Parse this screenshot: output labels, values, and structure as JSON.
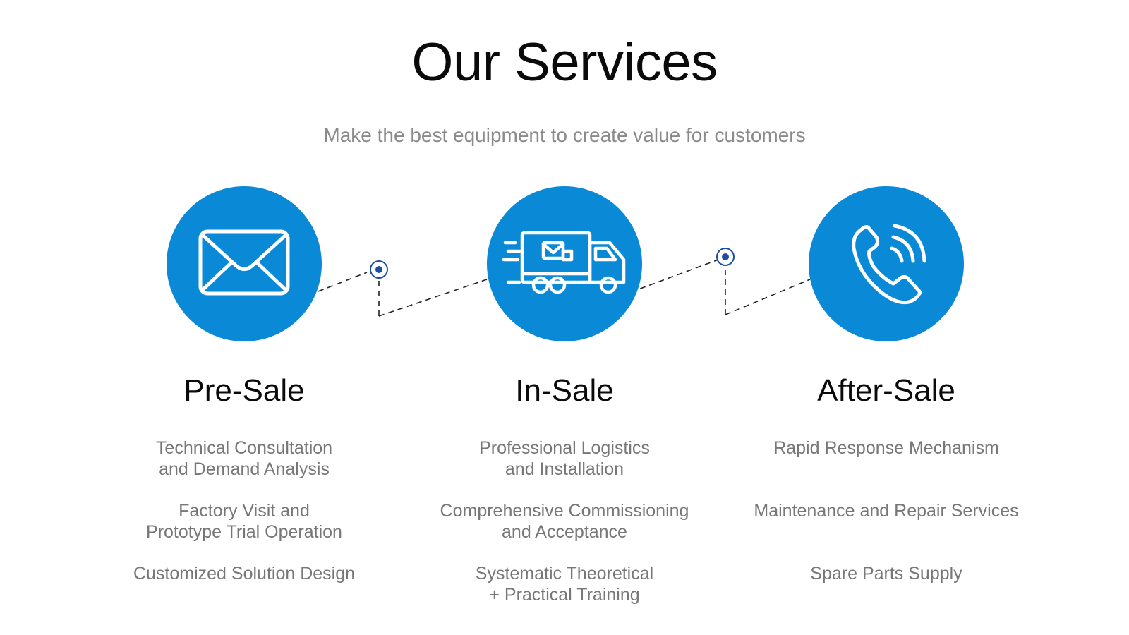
{
  "header": {
    "title": "Our Services",
    "subtitle": "Make the best equipment to create value for customers"
  },
  "colors": {
    "accent": "#0a8ad6",
    "pin": "#1d4fa0",
    "title_text": "#0a0a0a",
    "body_text": "#777777"
  },
  "columns": [
    {
      "icon": "envelope-icon",
      "title": "Pre-Sale",
      "items": [
        [
          "Technical Consultation",
          "and Demand Analysis"
        ],
        [
          "Factory Visit and",
          "Prototype Trial Operation"
        ],
        [
          "Customized Solution Design"
        ]
      ]
    },
    {
      "icon": "delivery-truck-icon",
      "title": "In-Sale",
      "items": [
        [
          "Professional Logistics",
          "and Installation"
        ],
        [
          "Comprehensive Commissioning",
          "and Acceptance"
        ],
        [
          "Systematic Theoretical",
          "+ Practical Training"
        ]
      ]
    },
    {
      "icon": "phone-icon",
      "title": "After-Sale",
      "items": [
        [
          "Rapid Response Mechanism"
        ],
        [
          "Maintenance and Repair Services"
        ],
        [
          "Spare Parts Supply"
        ]
      ]
    }
  ]
}
